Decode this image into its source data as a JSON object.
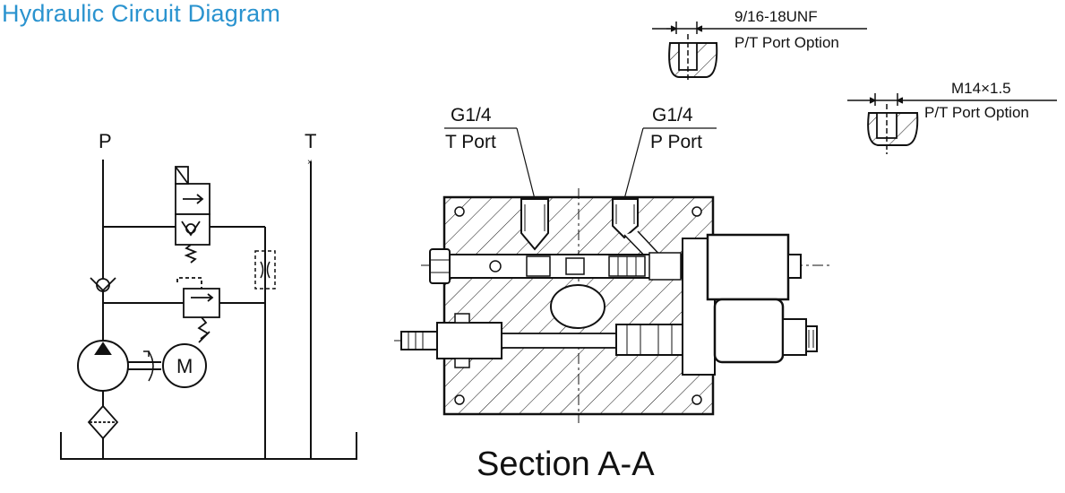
{
  "title": "Hydraulic Circuit Diagram",
  "colors": {
    "title": "#2a93cf",
    "line": "#111111",
    "fill": "#ffffff"
  },
  "circuit": {
    "p_label": "P",
    "t_label": "T",
    "motor_label": "M"
  },
  "section": {
    "t_port_thread": "G1/4",
    "t_port_label": "T Port",
    "p_port_thread": "G1/4",
    "p_port_label": "P Port",
    "caption": "Section A-A"
  },
  "options": [
    {
      "thread": "9/16-18UNF",
      "label": "P/T Port Option"
    },
    {
      "thread": "M14×1.5",
      "label": "P/T Port Option"
    }
  ]
}
